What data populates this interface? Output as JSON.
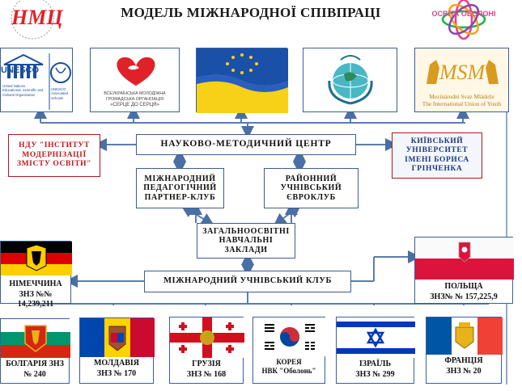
{
  "title": "МОДЕЛЬ МІЖНАРОДНОЇ СПІВПРАЦІ",
  "corner_logo_left": {
    "letters": "НМЦ"
  },
  "corner_logo_right": {
    "text": "ОСВІТА ОБОЛОНІ"
  },
  "partners": [
    {
      "name": "UNESCO",
      "lines": [
        "United Nations",
        "Educational, Scientific and",
        "Cultural Organization"
      ],
      "schools": "UNESCO Associated Schools"
    },
    {
      "name": "Серце до серця",
      "lines": [
        "ВСЕУКРАЇНСЬКА МОЛОДІЖНА",
        "ГРОМАДСЬКА ОРГАНІЗАЦІЯ",
        "«СЕРЦЕ ДО СЕРЦЯ»"
      ]
    },
    {
      "name": "EU-Ukraine flags"
    },
    {
      "name": "Peace globe emblem"
    },
    {
      "name": "MSM",
      "lines": [
        "Mezinárodní Svaz Mládeže",
        "The International Union of Youth"
      ]
    }
  ],
  "center": "НАУКОВО-МЕТОДИЧНИЙ ЦЕНТР",
  "left_institute": "НДУ \"ІНСТИТУТ МОДЕРНІЗАЦІЇ ЗМІСТУ ОСВІТИ\"",
  "right_university": "КИЇВСЬКИЙ УНІВЕРСИТЕТ ІМЕНІ БОРИСА ГРІНЧЕНКА",
  "club_left": "МІЖНАРОДНИЙ ПЕДАГОГІЧНИЙ ПАРТНЕР-КЛУБ",
  "club_right": "РАЙОННИЙ УЧНІВСЬКИЙ ЄВРОКЛУБ",
  "schools": "ЗАГАЛЬНООСВІТНІ НАВЧАЛЬНІ ЗАКЛАДИ",
  "student_club": "МІЖНАРОДНИЙ УЧНІВСЬКИЙ КЛУБ",
  "countries": [
    {
      "name": "НІМЕЧЧИНА",
      "school": "ЗНЗ №№ 14,239,211"
    },
    {
      "name": "ПОЛЬЩА",
      "school": "ЗНЗ№ № 157,225,9"
    },
    {
      "name": "БОЛГАРІЯ ЗНЗ",
      "school": "№ 240"
    },
    {
      "name": "МОЛДАВІЯ",
      "school": "ЗНЗ № 170"
    },
    {
      "name": "ГРУЗІЯ",
      "school": "ЗНЗ № 168"
    },
    {
      "name": "КОРЕЯ",
      "school": "НВК \"Оболонь\""
    },
    {
      "name": "ІЗРАЇЛЬ",
      "school": "ЗНЗ № 299"
    },
    {
      "name": "ФРАНЦІЯ",
      "school": "ЗНЗ № 20"
    }
  ],
  "colors": {
    "frame": "#3a5f9a",
    "connector": "#4a6fa5",
    "accent_red": "#b01818"
  }
}
